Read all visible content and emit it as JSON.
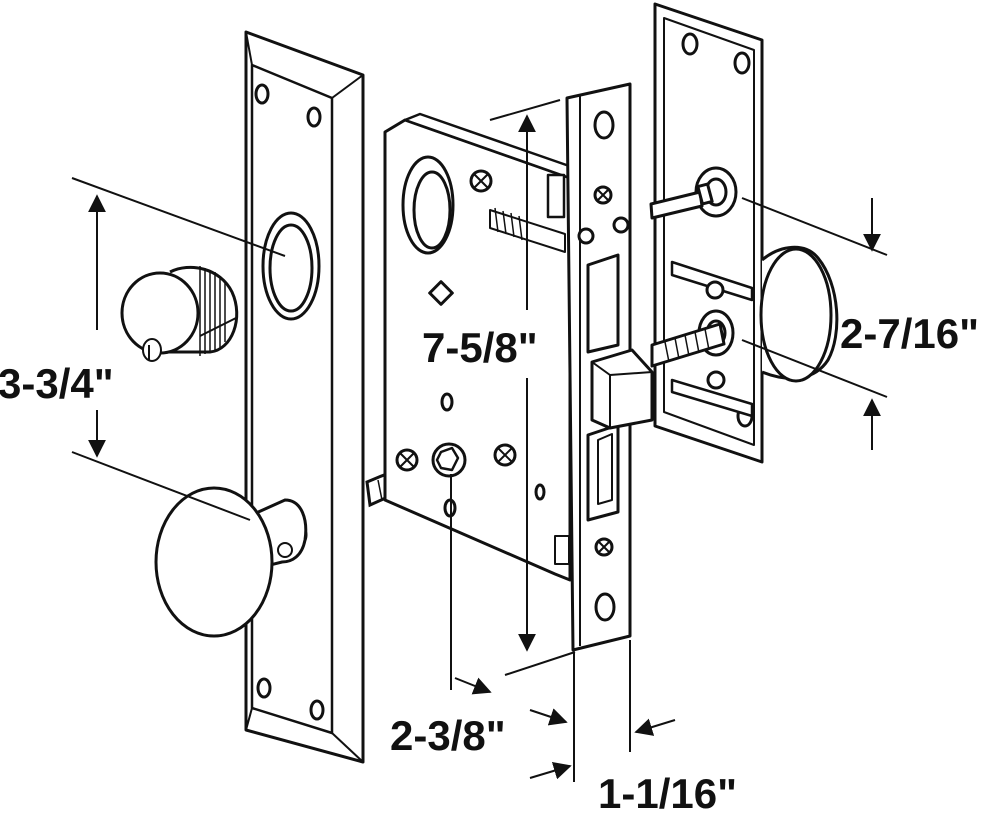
{
  "diagram": {
    "colors": {
      "stroke": "#111111",
      "fill": "#ffffff",
      "shadow": "#555555"
    },
    "labels": {
      "backset_height": "3-3/4\"",
      "case_height": "7-5/8\"",
      "strike_spacing": "2-7/16\"",
      "backset": "2-3/8\"",
      "faceplate_width": "1-1/16\""
    }
  }
}
